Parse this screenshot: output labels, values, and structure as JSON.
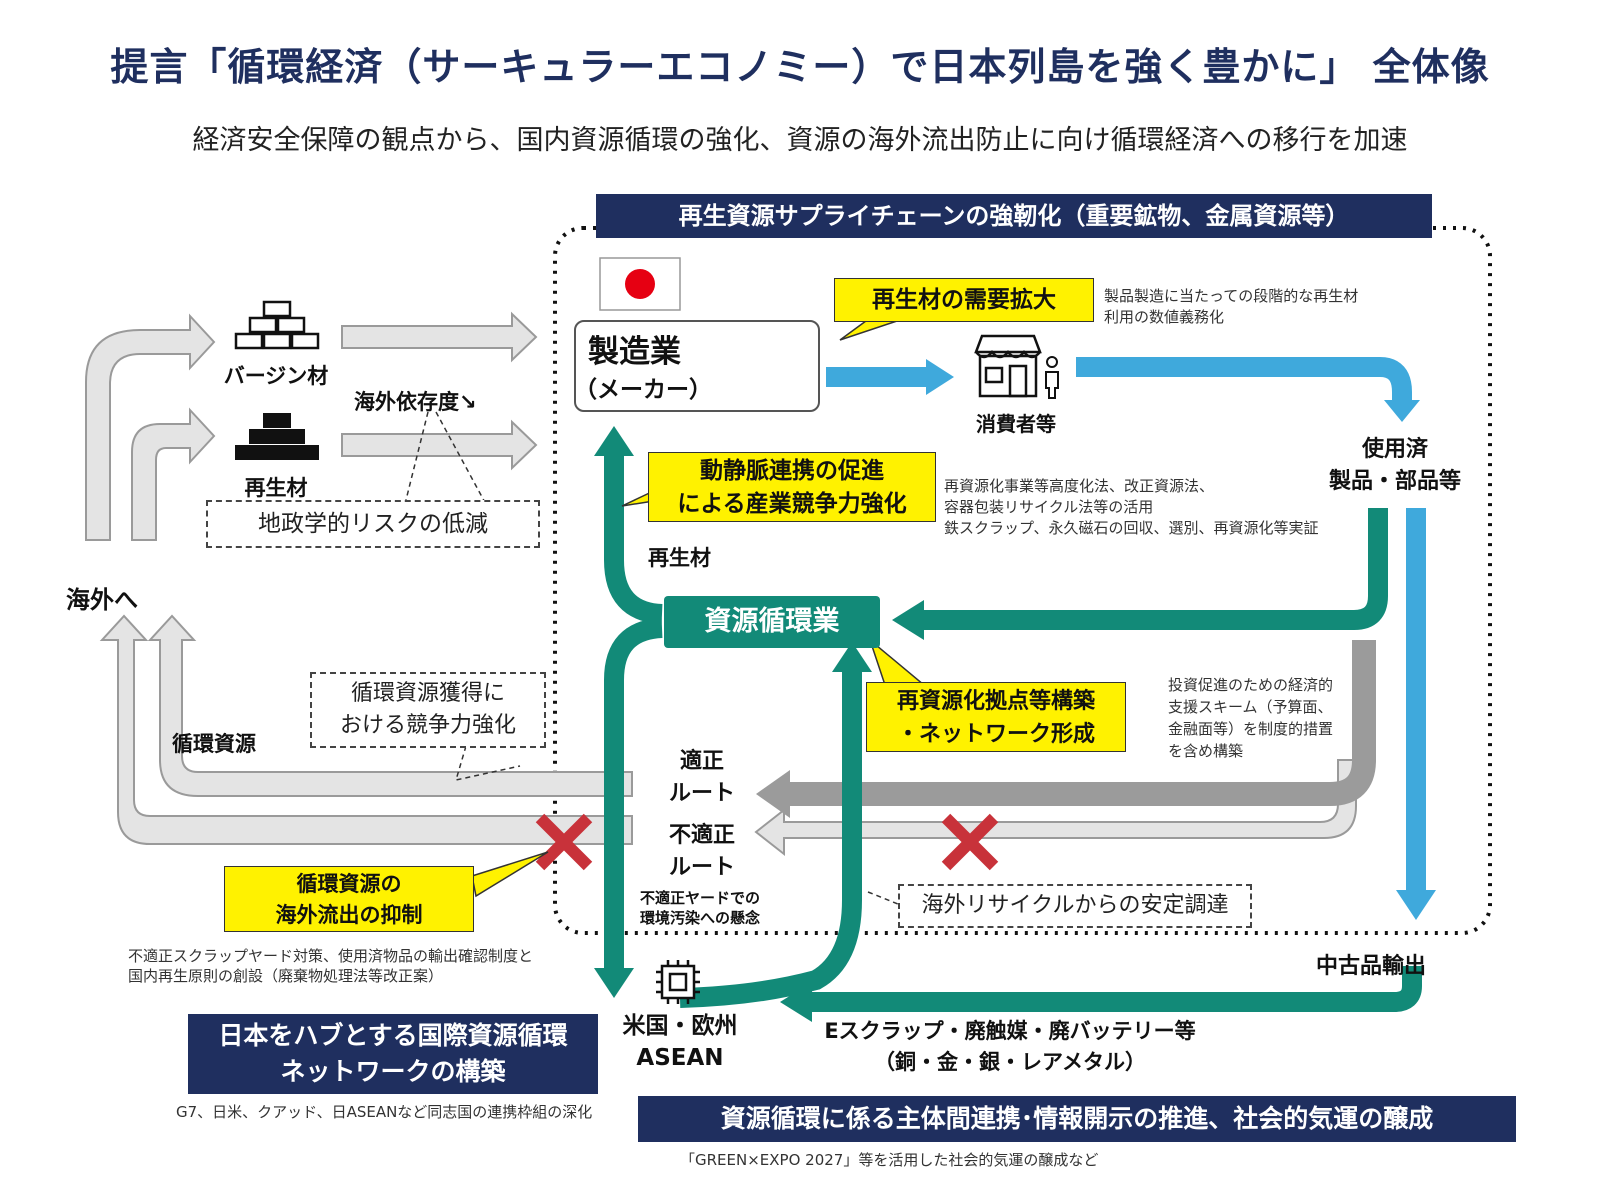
{
  "header": {
    "title": "提言「循環経済（サーキュラーエコノミー）で日本列島を強く豊かに」 全体像",
    "subtitle": "経済安全保障の観点から、国内資源循環の強化、資源の海外流出防止に向け循環経済への移行を加速"
  },
  "supply_chain": {
    "banner": "再生資源サプライチェーンの強靭化（重要鉱物、金属資源等）"
  },
  "left": {
    "virgin_label": "バージン材",
    "recycled_label": "再生材",
    "dependency_label": "海外依存度↘",
    "geo_risk": "地政学的リスクの低減",
    "overseas_label": "海外へ",
    "circulation_resource_label": "循環資源",
    "competition_line1": "循環資源獲得に",
    "competition_line2": "おける競争力強化"
  },
  "manufacturer": {
    "line1": "製造業",
    "line2": "（メーカー）"
  },
  "demand": {
    "callout": "再生材の需要拡大",
    "note_line1": "製品製造に当たっての段階的な再生材",
    "note_line2": "利用の数値義務化"
  },
  "consumer": {
    "label": "消費者等"
  },
  "used": {
    "line1": "使用済",
    "line2": "製品・部品等"
  },
  "artery": {
    "callout_line1": "動静脈連携の促進",
    "callout_line2": "による産業競争力強化",
    "note_line1": "再資源化事業等高度化法、改正資源法、",
    "note_line2": "容器包装リサイクル法等の活用",
    "note_line3": "鉄スクラップ、永久磁石の回収、選別、再資源化等実証"
  },
  "recycled_flow_label": "再生材",
  "recycling": {
    "label": "資源循環業"
  },
  "hub": {
    "callout_line1": "再資源化拠点等構築",
    "callout_line2": "・ネットワーク形成",
    "note_line1": "投資促進のための経済的",
    "note_line2": "支援スキーム（予算面、",
    "note_line3": "金融面等）を制度的措置",
    "note_line4": "を含め構築"
  },
  "routes": {
    "proper_line1": "適正",
    "proper_line2": "ルート",
    "improper_line1": "不適正",
    "improper_line2": "ルート",
    "concern_line1": "不適正ヤードでの",
    "concern_line2": "環境汚染への懸念"
  },
  "outflow": {
    "callout_line1": "循環資源の",
    "callout_line2": "海外流出の抑制",
    "note_line1": "不適正スクラップヤード対策、使用済物品の輸出確認制度と",
    "note_line2": "国内再生原則の創設（廃棄物処理法等改正案）"
  },
  "stable_procurement": "海外リサイクルからの安定調達",
  "used_export": "中古品輸出",
  "regions": {
    "line1": "米国・欧州",
    "line2": "ASEAN"
  },
  "escrap": {
    "line1": "Eスクラップ・廃触媒・廃バッテリー等",
    "line2": "（銅・金・銀・レアメタル）"
  },
  "network": {
    "banner_line1": "日本をハブとする国際資源循環",
    "banner_line2": "ネットワークの構築",
    "note": "G7、日米、クアッド、日ASEANなど同志国の連携枠組の深化"
  },
  "promotion": {
    "banner": "資源循環に係る主体間連携･情報開示の推進、社会的気運の醸成",
    "note": "「GREEN×EXPO 2027」等を活用した社会的気運の醸成など"
  },
  "icons": [
    "japan-flag-icon",
    "gold-bars-icon",
    "car-icon",
    "battery-icon",
    "chip-icon",
    "bottle-icon",
    "store-icon",
    "person-icon",
    "cross-mark-icon"
  ],
  "colors": {
    "navy": "#1f2f5f",
    "teal": "#128a78",
    "blue": "#3fa9dc",
    "gray": "#9b9b9b",
    "light_gray": "#d6d6d6",
    "yellow": "#fff200",
    "red": "#c8323a"
  }
}
